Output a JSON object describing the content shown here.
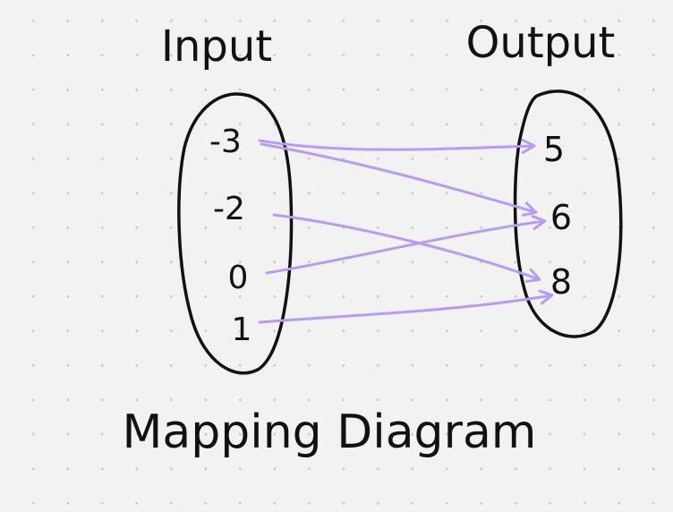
{
  "diagram": {
    "input_heading": "Input",
    "output_heading": "Output",
    "caption": "Mapping Diagram",
    "inputs": [
      "-3",
      "-2",
      "0",
      "1"
    ],
    "outputs": [
      "5",
      "6",
      "8"
    ],
    "mappings": [
      {
        "from": "-3",
        "to": "5"
      },
      {
        "from": "-3",
        "to": "6"
      },
      {
        "from": "-2",
        "to": "8"
      },
      {
        "from": "0",
        "to": "6"
      },
      {
        "from": "1",
        "to": "8"
      }
    ],
    "colors": {
      "ink": "#111111",
      "arrow": "#b79cf0",
      "background": "#f2f2f2"
    }
  }
}
